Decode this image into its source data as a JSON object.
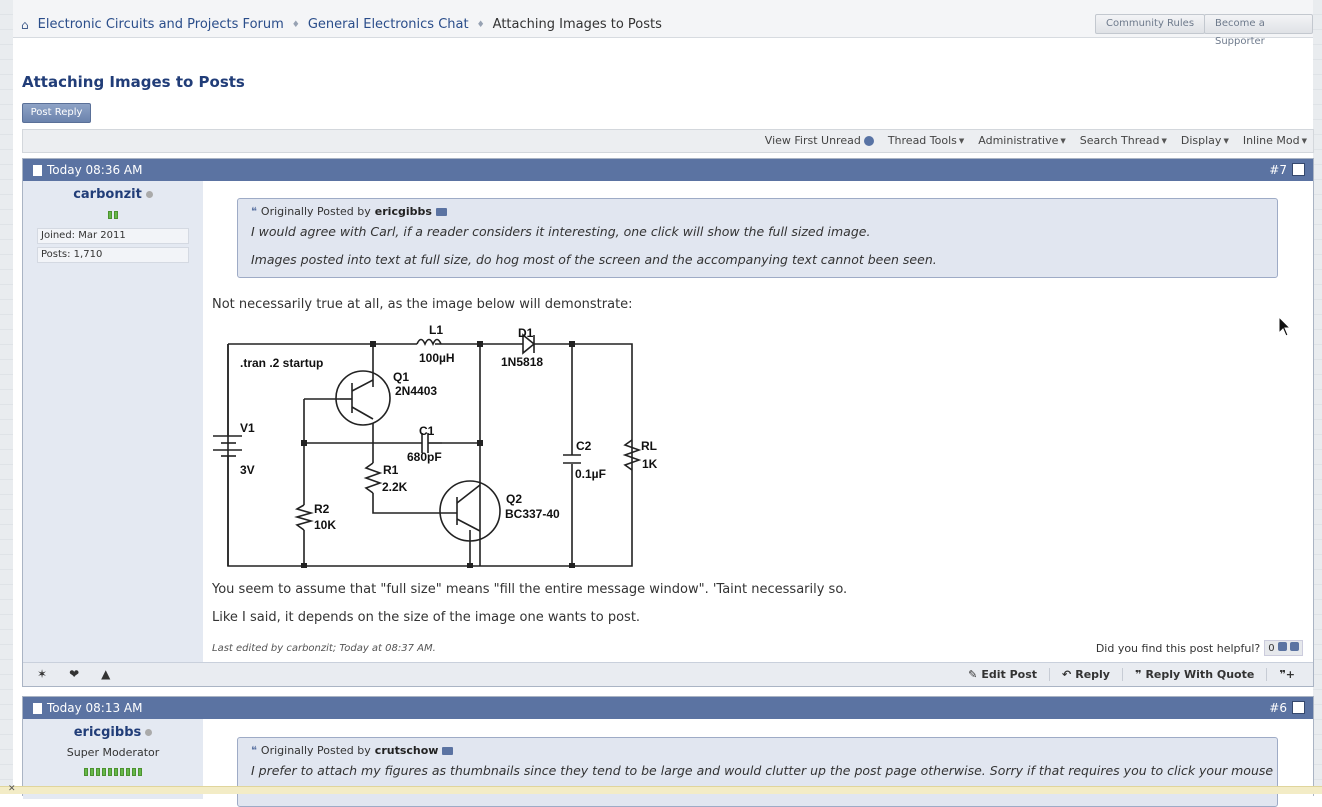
{
  "breadcrumb": {
    "forum": "Electronic Circuits and Projects Forum",
    "section": "General Electronics Chat",
    "current": "Attaching Images to Posts"
  },
  "top_buttons": {
    "rules": "Community Rules",
    "supporter": "Become a Supporter"
  },
  "thread": {
    "title": "Attaching Images to Posts",
    "post_reply": "Post Reply"
  },
  "toolbar": {
    "view_first_unread": "View First Unread",
    "thread_tools": "Thread Tools",
    "administrative": "Administrative",
    "search_thread": "Search Thread",
    "display": "Display",
    "inline_mod": "Inline Mod"
  },
  "posts": [
    {
      "date": "Today 08:36 AM",
      "number": "#7",
      "user": {
        "name": "carbonzit",
        "joined": "Joined: Mar 2011",
        "posts": "Posts: 1,710"
      },
      "quote": {
        "prefix": "Originally Posted by",
        "author": "ericgibbs",
        "lines": [
          "I would agree with Carl, if a reader considers it interesting, one click will show the full sized image.",
          "Images posted into text at full size, do hog most of the screen and the accompanying text cannot been seen."
        ]
      },
      "text_before": "Not necessarily true at all, as the image below will demonstrate:",
      "schematic_labels": {
        "tran": ".tran .2 startup",
        "l1": "L1",
        "l1v": "100µH",
        "d1": "D1",
        "d1v": "1N5818",
        "q1": "Q1",
        "q1v": "2N4403",
        "v1": "V1",
        "v1v": "3V",
        "c1": "C1",
        "c1v": "680pF",
        "c2": "C2",
        "c2v": "0.1µF",
        "rl": "RL",
        "rlv": "1K",
        "r1": "R1",
        "r1v": "2.2K",
        "r2": "R2",
        "r2v": "10K",
        "q2": "Q2",
        "q2v": "BC337-40"
      },
      "text_after": [
        "You seem to assume that \"full size\" means \"fill the entire message window\". 'Taint necessarily so.",
        "Like I said, it depends on the size of the image one wants to post."
      ],
      "edited": "Last edited by carbonzit; Today at 08:37 AM.",
      "helpful": {
        "question": "Did you find this post helpful?",
        "count": "0"
      },
      "actions": {
        "edit": "Edit Post",
        "reply": "Reply",
        "reply_quote": "Reply With Quote"
      }
    },
    {
      "date": "Today 08:13 AM",
      "number": "#6",
      "user": {
        "name": "ericgibbs",
        "title": "Super Moderator"
      },
      "quote": {
        "prefix": "Originally Posted by",
        "author": "crutschow",
        "lines": [
          "I prefer to attach my figures as thumbnails since they tend to be large and would clutter up the post page otherwise. Sorry if that requires you to click your mouse"
        ]
      }
    }
  ]
}
